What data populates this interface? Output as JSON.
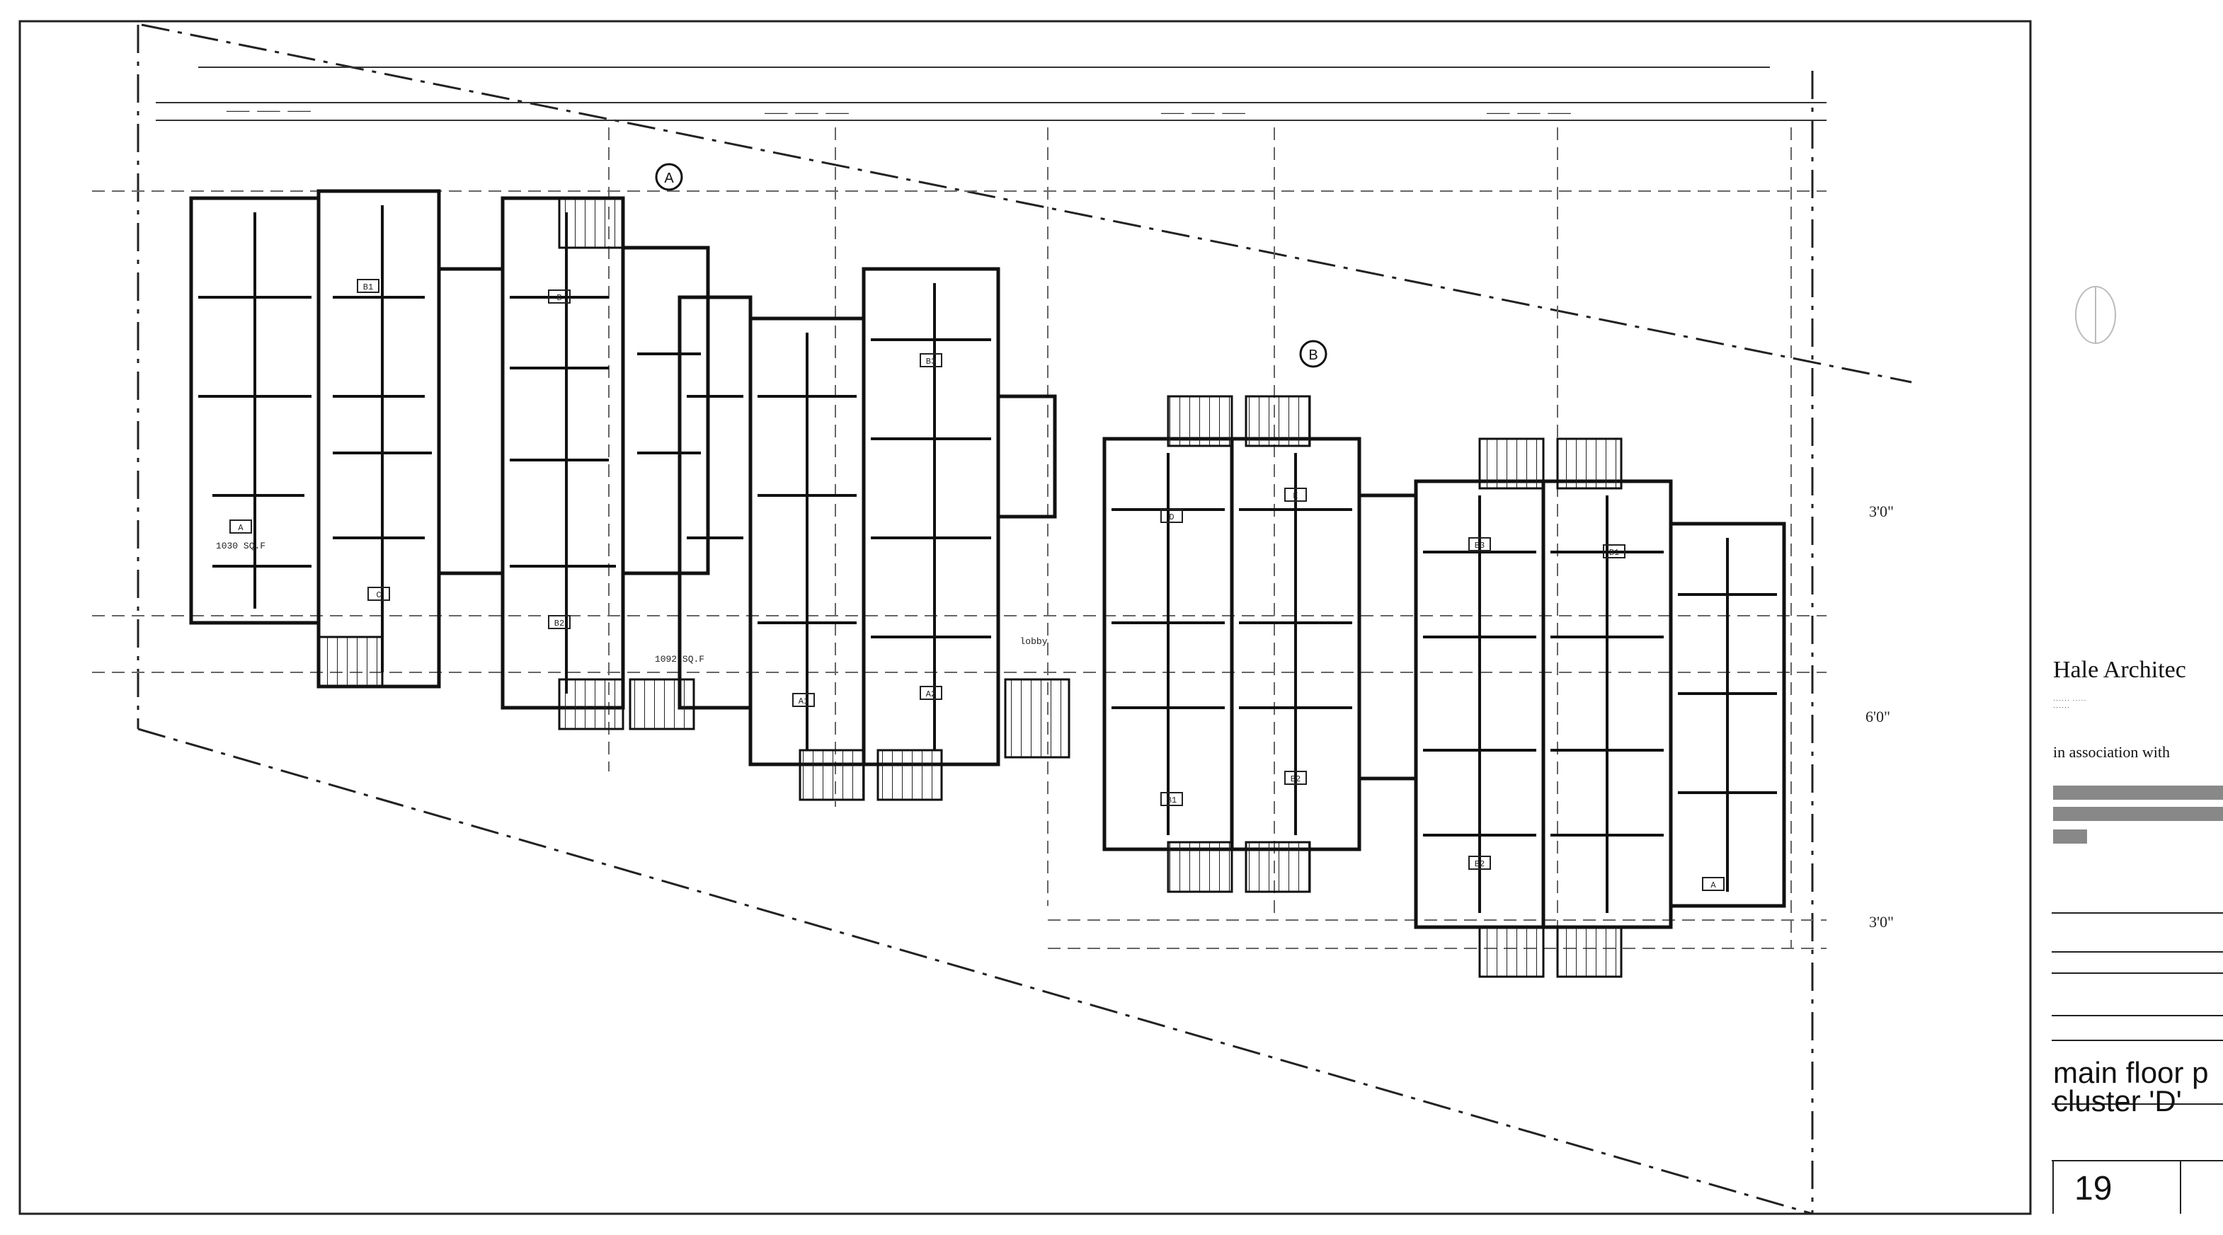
{
  "plan": {
    "scale_marks": {
      "lobby": "lobby",
      "gross_area_a": "1030 SQ.F",
      "gross_area_b": "1092 SQ.F"
    },
    "unit_tags": [
      "A",
      "B",
      "B1",
      "B2",
      "B3",
      "C",
      "D",
      "E",
      "A1",
      "A2",
      "B1",
      "B2",
      "B3",
      "B1",
      "B2",
      "A"
    ],
    "section_markers": [
      "A",
      "B"
    ],
    "dimensions": {
      "right_1": "3'0\"",
      "right_2": "6'0\"",
      "right_3": "3'0\""
    }
  },
  "title_block": {
    "firm": "Hale Architec",
    "association": "in association with",
    "drawing_title_line1": "main floor p",
    "drawing_title_line2": "cluster 'D'",
    "sheet_number": "19"
  },
  "colors": {
    "ink": "#1a1a1a",
    "paper": "#ffffff"
  }
}
